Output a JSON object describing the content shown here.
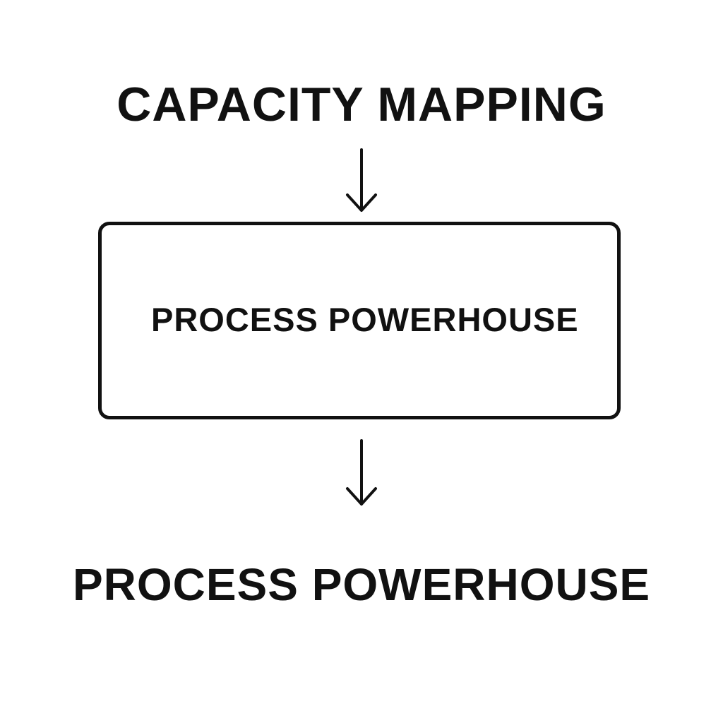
{
  "diagram": {
    "top_label": "CAPACITY MAPPING",
    "box_label": "PROCESS POWERHOUSE",
    "bottom_label": "PROCESS POWERHOUSE",
    "stroke_color": "#111111",
    "background_color": "#ffffff",
    "arrows": [
      {
        "direction": "down",
        "from": "CAPACITY MAPPING",
        "to": "PROCESS POWERHOUSE box"
      },
      {
        "direction": "down",
        "from": "PROCESS POWERHOUSE box",
        "to": "PROCESS POWERHOUSE"
      }
    ]
  }
}
